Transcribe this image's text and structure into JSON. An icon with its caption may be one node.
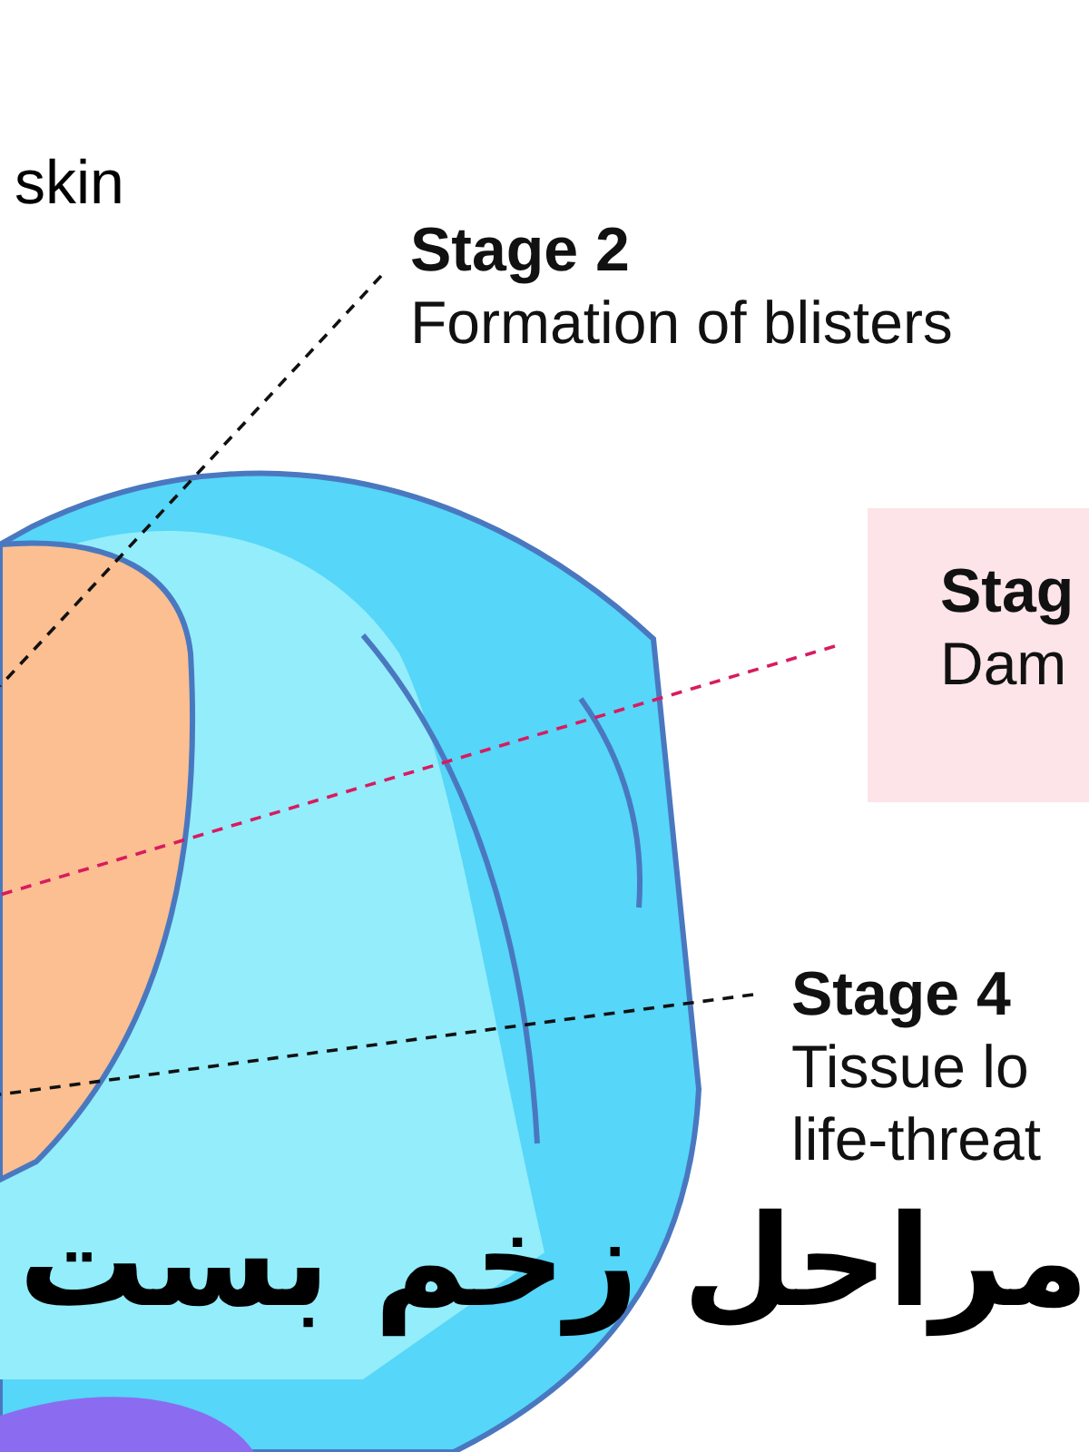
{
  "diagram": {
    "title": "مراحل زخم بست",
    "nodes": [
      {
        "text": [
          "Stage 2",
          "Formation of blisters"
        ]
      },
      {
        "text": [
          "Stag",
          "Dam"
        ]
      },
      {
        "text": [
          "Stage 4",
          "Tissue lo life-threat"
        ]
      }
    ],
    "edges": [
      {
        "from": 0,
        "to": null,
        "arrow": "none",
        "style": "dashed"
      },
      {
        "from": 1,
        "to": null,
        "arrow": "none",
        "style": "dashed",
        "color": "#d81b60"
      },
      {
        "from": 2,
        "to": null,
        "arrow": "none",
        "style": "dashed"
      }
    ],
    "labels": [
      "skin"
    ]
  }
}
